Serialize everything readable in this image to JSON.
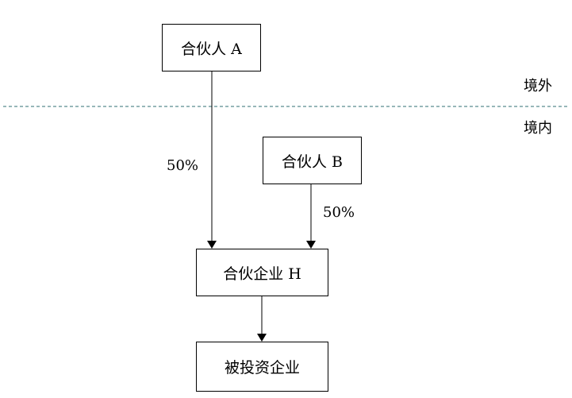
{
  "regions": {
    "overseas": "境外",
    "domestic": "境内"
  },
  "nodes": {
    "partner_a": "合伙人 A",
    "partner_b": "合伙人 B",
    "partnership_h": "合伙企业 H",
    "investee": "被投资企业"
  },
  "edges": {
    "a_to_h": "50%",
    "b_to_h": "50%"
  },
  "colors": {
    "line": "#000000",
    "divider": "#2f6f73"
  }
}
